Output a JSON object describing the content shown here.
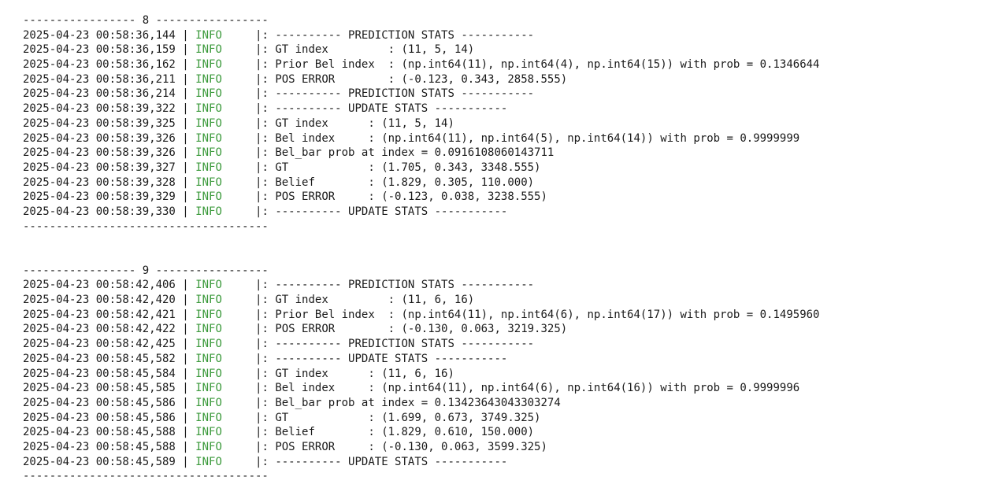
{
  "colors": {
    "background": "#ffffff",
    "text": "#1a1a1a",
    "info_level": "#3c9a3c"
  },
  "log_blocks": [
    {
      "header": "----------------- 8 -----------------",
      "entries": [
        {
          "timestamp": "2025-04-23 00:58:36,144",
          "level": "INFO",
          "message": "---------- PREDICTION STATS -----------"
        },
        {
          "timestamp": "2025-04-23 00:58:36,159",
          "level": "INFO",
          "message": "GT index         : (11, 5, 14)"
        },
        {
          "timestamp": "2025-04-23 00:58:36,162",
          "level": "INFO",
          "message": "Prior Bel index  : (np.int64(11), np.int64(4), np.int64(15)) with prob = 0.1346644"
        },
        {
          "timestamp": "2025-04-23 00:58:36,211",
          "level": "INFO",
          "message": "POS ERROR        : (-0.123, 0.343, 2858.555)"
        },
        {
          "timestamp": "2025-04-23 00:58:36,214",
          "level": "INFO",
          "message": "---------- PREDICTION STATS -----------"
        },
        {
          "timestamp": "2025-04-23 00:58:39,322",
          "level": "INFO",
          "message": "---------- UPDATE STATS -----------"
        },
        {
          "timestamp": "2025-04-23 00:58:39,325",
          "level": "INFO",
          "message": "GT index      : (11, 5, 14)"
        },
        {
          "timestamp": "2025-04-23 00:58:39,326",
          "level": "INFO",
          "message": "Bel index     : (np.int64(11), np.int64(5), np.int64(14)) with prob = 0.9999999"
        },
        {
          "timestamp": "2025-04-23 00:58:39,326",
          "level": "INFO",
          "message": "Bel_bar prob at index = 0.0916108060143711"
        },
        {
          "timestamp": "2025-04-23 00:58:39,327",
          "level": "INFO",
          "message": "GT            : (1.705, 0.343, 3348.555)"
        },
        {
          "timestamp": "2025-04-23 00:58:39,328",
          "level": "INFO",
          "message": "Belief        : (1.829, 0.305, 110.000)"
        },
        {
          "timestamp": "2025-04-23 00:58:39,329",
          "level": "INFO",
          "message": "POS ERROR     : (-0.123, 0.038, 3238.555)"
        },
        {
          "timestamp": "2025-04-23 00:58:39,330",
          "level": "INFO",
          "message": "---------- UPDATE STATS -----------"
        }
      ],
      "footer": "-------------------------------------"
    },
    {
      "header": "----------------- 9 -----------------",
      "entries": [
        {
          "timestamp": "2025-04-23 00:58:42,406",
          "level": "INFO",
          "message": "---------- PREDICTION STATS -----------"
        },
        {
          "timestamp": "2025-04-23 00:58:42,420",
          "level": "INFO",
          "message": "GT index         : (11, 6, 16)"
        },
        {
          "timestamp": "2025-04-23 00:58:42,421",
          "level": "INFO",
          "message": "Prior Bel index  : (np.int64(11), np.int64(6), np.int64(17)) with prob = 0.1495960"
        },
        {
          "timestamp": "2025-04-23 00:58:42,422",
          "level": "INFO",
          "message": "POS ERROR        : (-0.130, 0.063, 3219.325)"
        },
        {
          "timestamp": "2025-04-23 00:58:42,425",
          "level": "INFO",
          "message": "---------- PREDICTION STATS -----------"
        },
        {
          "timestamp": "2025-04-23 00:58:45,582",
          "level": "INFO",
          "message": "---------- UPDATE STATS -----------"
        },
        {
          "timestamp": "2025-04-23 00:58:45,584",
          "level": "INFO",
          "message": "GT index      : (11, 6, 16)"
        },
        {
          "timestamp": "2025-04-23 00:58:45,585",
          "level": "INFO",
          "message": "Bel index     : (np.int64(11), np.int64(6), np.int64(16)) with prob = 0.9999996"
        },
        {
          "timestamp": "2025-04-23 00:58:45,586",
          "level": "INFO",
          "message": "Bel_bar prob at index = 0.13423643043303274"
        },
        {
          "timestamp": "2025-04-23 00:58:45,586",
          "level": "INFO",
          "message": "GT            : (1.699, 0.673, 3749.325)"
        },
        {
          "timestamp": "2025-04-23 00:58:45,588",
          "level": "INFO",
          "message": "Belief        : (1.829, 0.610, 150.000)"
        },
        {
          "timestamp": "2025-04-23 00:58:45,588",
          "level": "INFO",
          "message": "POS ERROR     : (-0.130, 0.063, 3599.325)"
        },
        {
          "timestamp": "2025-04-23 00:58:45,589",
          "level": "INFO",
          "message": "---------- UPDATE STATS -----------"
        }
      ],
      "footer": "-------------------------------------"
    }
  ]
}
